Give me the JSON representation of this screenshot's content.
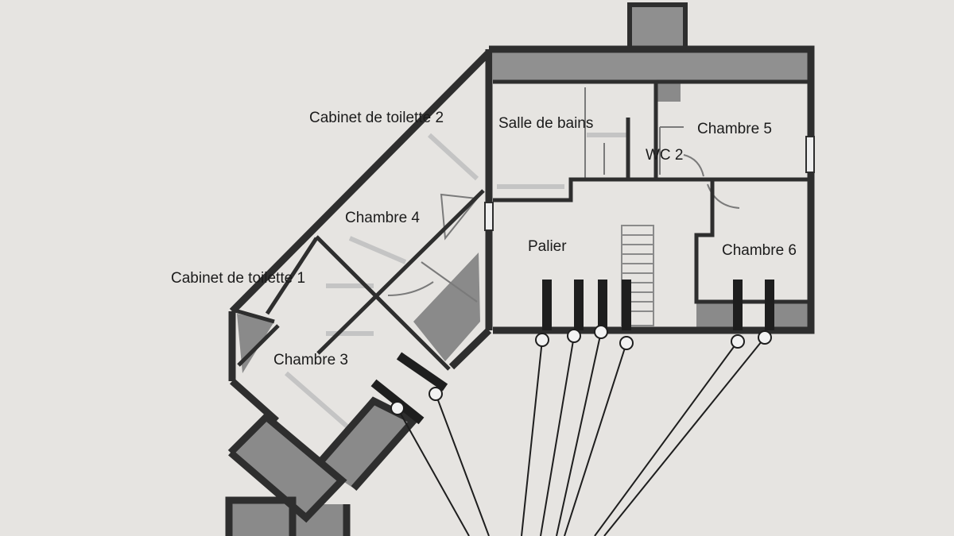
{
  "plan": {
    "rooms": {
      "cabinet_toilette_2": "Cabinet de toilette 2",
      "salle_de_bains": "Salle de bains",
      "chambre_5": "Chambre 5",
      "wc_2": "WC 2",
      "chambre_4": "Chambre 4",
      "palier": "Palier",
      "chambre_6": "Chambre 6",
      "cabinet_toilette_1": "Cabinet de toilette 1",
      "chambre_3": "Chambre 3"
    }
  },
  "colors": {
    "paper": "#e6e4e1",
    "wall": "#2e2e2e",
    "fill_dark": "#8a8a8a",
    "fill_light": "#b9b9b9",
    "fixture": "#c8c8c8"
  }
}
